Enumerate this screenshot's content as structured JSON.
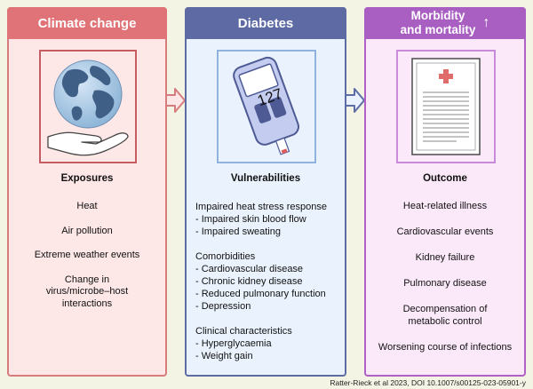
{
  "columns": {
    "climate": {
      "title": "Climate change",
      "section": "Exposures",
      "items": [
        "Heat",
        "Air pollution",
        "Extreme weather events",
        "Change in virus/microbe–host interactions"
      ]
    },
    "diabetes": {
      "title": "Diabetes",
      "section": "Vulnerabilities",
      "glucometer_reading": "127",
      "groups": [
        {
          "heading": "Impaired heat stress response",
          "items": [
            "- Impaired skin blood flow",
            "- Impaired sweating"
          ]
        },
        {
          "heading": "Comorbidities",
          "items": [
            "- Cardiovascular disease",
            "- Chronic kidney disease",
            "- Reduced pulmonary function",
            "- Depression"
          ]
        },
        {
          "heading": "Clinical characteristics",
          "items": [
            "- Hyperglycaemia",
            "- Weight gain"
          ]
        }
      ]
    },
    "morbidity": {
      "title_line1": "Morbidity",
      "title_line2": "and mortality",
      "title_arrow": "↑",
      "section": "Outcome",
      "items": [
        "Heat-related illness",
        "Cardiovascular events",
        "Kidney failure",
        "Pulmonary disease",
        "Decompensation of metabolic control",
        "Worsening course of infections"
      ]
    }
  },
  "icons": [
    "globe-in-hand-icon",
    "glucometer-icon",
    "medical-report-icon"
  ],
  "colors": {
    "background": "#f3f4e4",
    "climate_header": "#df7377",
    "climate_panel": "#fde7e7",
    "diabetes_header": "#5d6aa4",
    "diabetes_panel": "#eaf3fd",
    "morbidity_header": "#a95ec2",
    "morbidity_panel": "#fbe9fa"
  },
  "credit": "Ratter-Rieck et al 2023, DOI 10.1007/s00125-023-05901-y"
}
